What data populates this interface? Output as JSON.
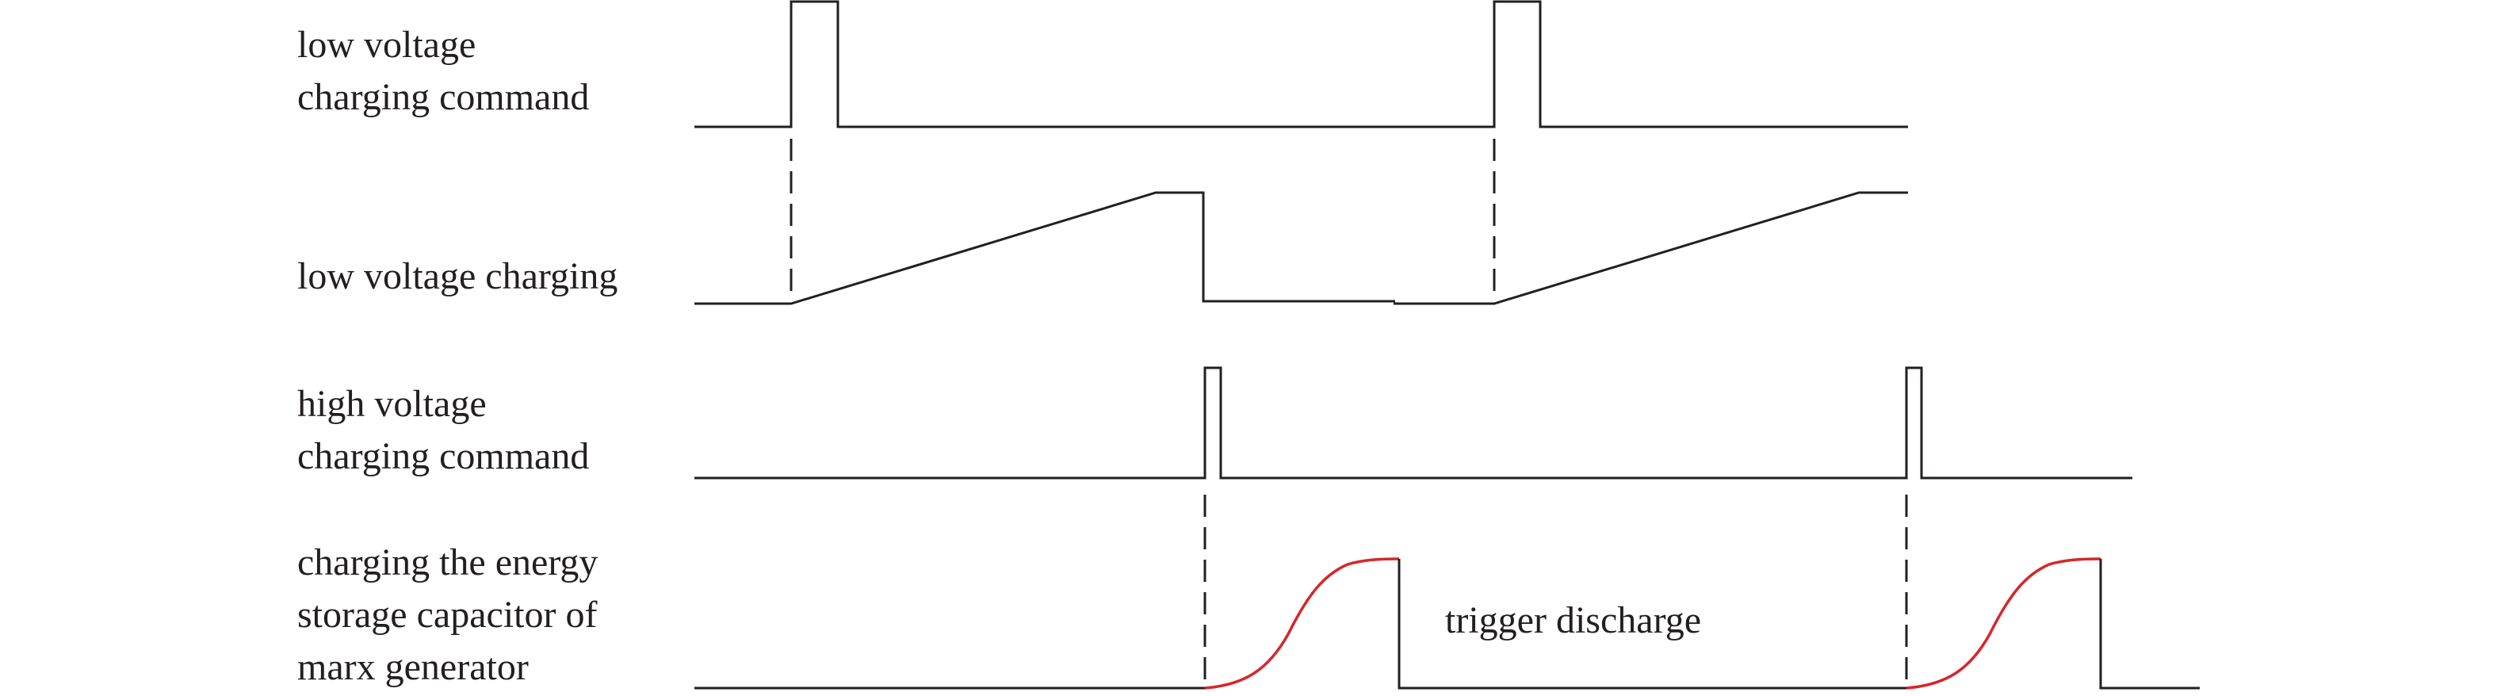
{
  "signals": {
    "low_voltage_charging_command": {
      "line1": "low voltage",
      "line2": "charging command"
    },
    "low_voltage_charging": {
      "line1": "low voltage charging"
    },
    "high_voltage_charging_command": {
      "line1": "high voltage",
      "line2": "charging command"
    },
    "marx_capacitor_charging": {
      "line1": "charging the energy",
      "line2": "storage capacitor of",
      "line3": "marx generator"
    }
  },
  "annotations": {
    "trigger_discharge": "trigger discharge"
  },
  "colors": {
    "trace": "#231f20",
    "capacitor_charge_curve": "#d7262a"
  }
}
